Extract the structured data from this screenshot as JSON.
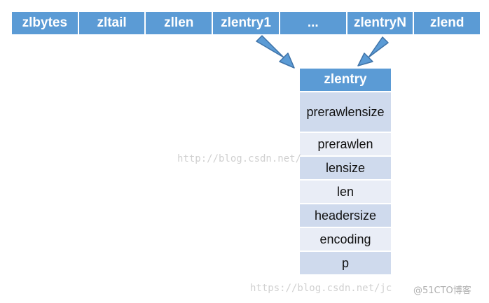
{
  "top_row": {
    "cells": [
      "zlbytes",
      "zltail",
      "zllen",
      "zlentry1",
      "...",
      "zlentryN",
      "zlend"
    ]
  },
  "zlentry": {
    "header": "zlentry",
    "rows": [
      "prerawlensize",
      "prerawlen",
      "lensize",
      "len",
      "headersize",
      "encoding",
      "p"
    ]
  },
  "watermarks": {
    "w1": "http://blog.csdn.net/",
    "w2": "https://blog.csdn.net/jc",
    "w3": "@51CTO博客"
  },
  "colors": {
    "header_blue": "#5b9bd5",
    "row_dark": "#cfdaed",
    "row_light": "#e9edf6",
    "arrow_fill": "#5b9bd5",
    "arrow_stroke": "#3f73a8"
  }
}
